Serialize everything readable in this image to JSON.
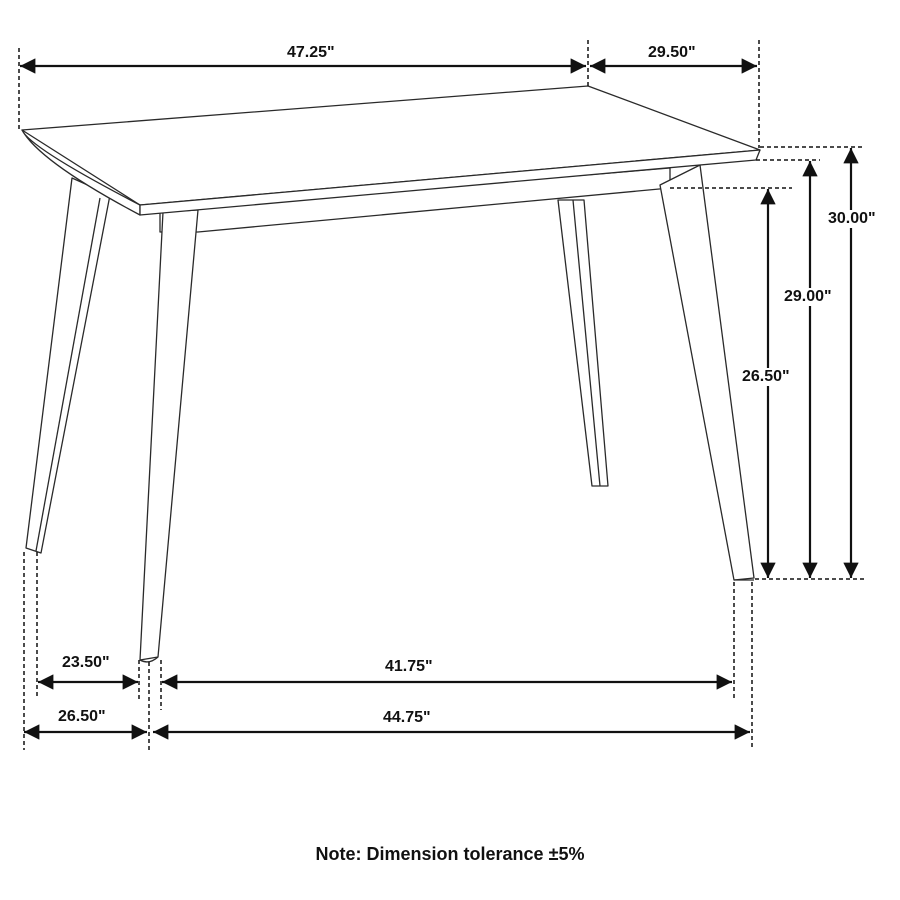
{
  "diagram": {
    "subject": "Rectangular dining table dimension drawing",
    "dimensions": {
      "top_length": "47.25\"",
      "top_width": "29.50\"",
      "overall_height": "30.00\"",
      "top_underside_height": "29.00\"",
      "apron_clearance": "26.50\"",
      "leg_inner_depth": "23.50\"",
      "leg_outer_depth": "26.50\"",
      "leg_inner_length": "41.75\"",
      "leg_outer_length": "44.75\""
    },
    "note": "Note: Dimension tolerance ±5%",
    "colors": {
      "line": "#111111",
      "background": "#ffffff"
    }
  }
}
